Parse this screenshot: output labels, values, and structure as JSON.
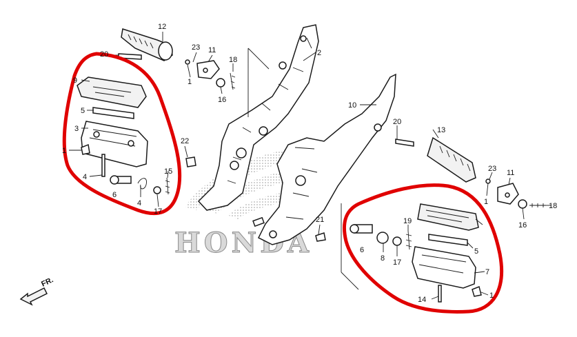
{
  "diagram": {
    "brand_watermark": "HONDA",
    "direction_label": "FR.",
    "colors": {
      "highlight": "#e00000",
      "ink": "#1a1a1a"
    },
    "callouts": [
      {
        "id": "c12",
        "text": "12"
      },
      {
        "id": "c20a",
        "text": "20"
      },
      {
        "id": "c23a",
        "text": "23"
      },
      {
        "id": "c11a",
        "text": "11"
      },
      {
        "id": "c18a",
        "text": "18"
      },
      {
        "id": "c1a",
        "text": "1"
      },
      {
        "id": "c16a",
        "text": "16"
      },
      {
        "id": "c2",
        "text": "2"
      },
      {
        "id": "c9",
        "text": "9"
      },
      {
        "id": "c5a",
        "text": "5"
      },
      {
        "id": "c3",
        "text": "3"
      },
      {
        "id": "c1b",
        "text": "1"
      },
      {
        "id": "c4a",
        "text": "4"
      },
      {
        "id": "c6a",
        "text": "6"
      },
      {
        "id": "c4b",
        "text": "4"
      },
      {
        "id": "c17a",
        "text": "17"
      },
      {
        "id": "c15",
        "text": "15"
      },
      {
        "id": "c22",
        "text": "22"
      },
      {
        "id": "c10",
        "text": "10"
      },
      {
        "id": "c20b",
        "text": "20"
      },
      {
        "id": "c13",
        "text": "13"
      },
      {
        "id": "c23b",
        "text": "23"
      },
      {
        "id": "c11b",
        "text": "11"
      },
      {
        "id": "c1c",
        "text": "1"
      },
      {
        "id": "c16b",
        "text": "16"
      },
      {
        "id": "c18b",
        "text": "18"
      },
      {
        "id": "c21",
        "text": "21"
      },
      {
        "id": "c19",
        "text": "19"
      },
      {
        "id": "c6b",
        "text": "6"
      },
      {
        "id": "c8",
        "text": "8"
      },
      {
        "id": "c17b",
        "text": "17"
      },
      {
        "id": "c5b",
        "text": "5"
      },
      {
        "id": "c7",
        "text": "7"
      },
      {
        "id": "c14",
        "text": "14"
      },
      {
        "id": "c1d",
        "text": "1"
      }
    ]
  }
}
